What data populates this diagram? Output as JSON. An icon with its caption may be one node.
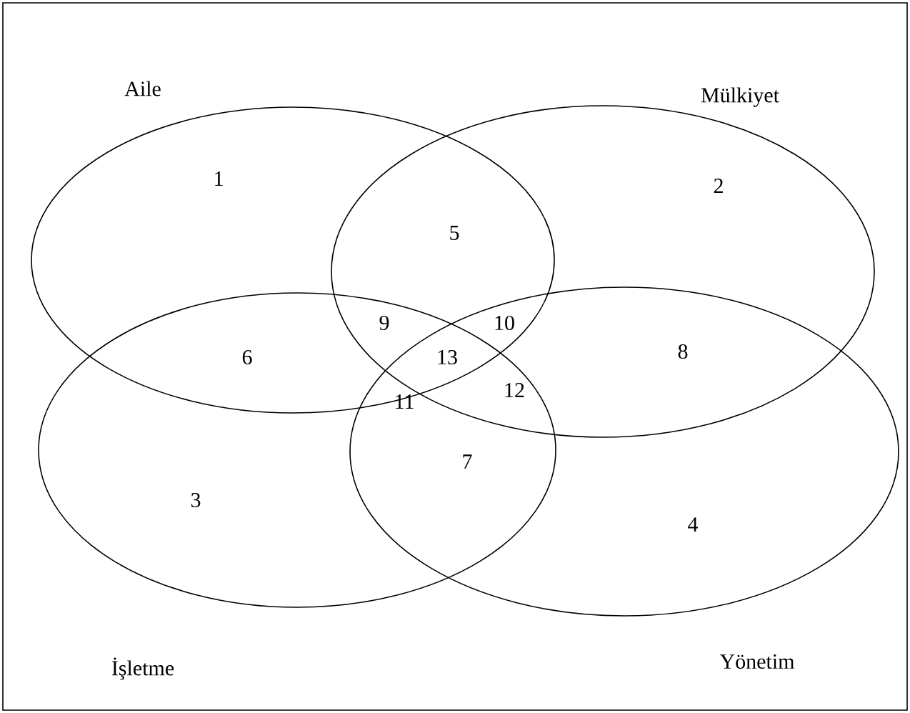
{
  "diagram": {
    "nodes": [
      {
        "text": [
          "Aile"
        ]
      },
      {
        "text": [
          "Mülkiyet"
        ]
      },
      {
        "text": [
          "İşletme"
        ]
      },
      {
        "text": [
          "Yönetim"
        ]
      }
    ],
    "labels": [
      "1",
      "2",
      "5",
      "9",
      "10",
      "13",
      "6",
      "8",
      "11",
      "12",
      "7",
      "3",
      "4"
    ]
  }
}
